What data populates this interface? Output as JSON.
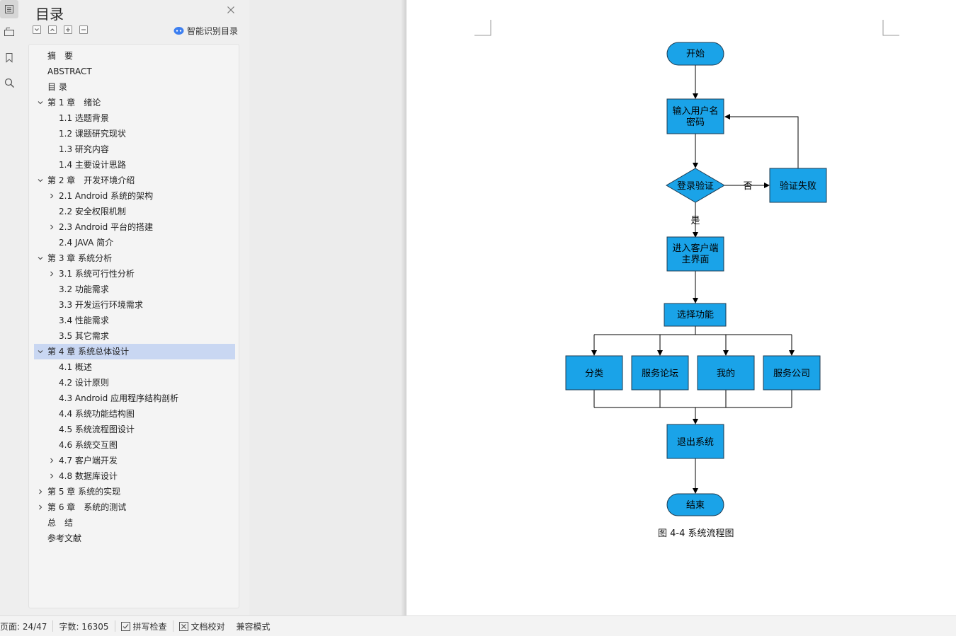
{
  "sidebar_strip": {
    "icons": [
      "toc-icon",
      "outline-icon",
      "bookmark-icon",
      "search-icon"
    ]
  },
  "toc": {
    "title": "目录",
    "smart_toc_label": "智能识别目录",
    "items": [
      {
        "label": "摘　要",
        "level": 1,
        "expand": "none"
      },
      {
        "label": "ABSTRACT",
        "level": 1,
        "expand": "none"
      },
      {
        "label": "目 录",
        "level": 1,
        "expand": "none"
      },
      {
        "label": "第 1 章　绪论",
        "level": 1,
        "expand": "open"
      },
      {
        "label": "1.1  选题背景",
        "level": 2,
        "expand": "none"
      },
      {
        "label": "1.2  课题研究现状",
        "level": 2,
        "expand": "none"
      },
      {
        "label": "1.3  研究内容",
        "level": 2,
        "expand": "none"
      },
      {
        "label": "1.4  主要设计思路",
        "level": 2,
        "expand": "none"
      },
      {
        "label": "第 2 章　开发环境介绍",
        "level": 1,
        "expand": "open"
      },
      {
        "label": "2.1 Android 系统的架构",
        "level": 2,
        "expand": "closed"
      },
      {
        "label": "2.2  安全权限机制",
        "level": 2,
        "expand": "none"
      },
      {
        "label": "2.3 Android 平台的搭建",
        "level": 2,
        "expand": "closed"
      },
      {
        "label": "2.4 JAVA 简介",
        "level": 2,
        "expand": "none"
      },
      {
        "label": "第 3 章  系统分析",
        "level": 1,
        "expand": "open"
      },
      {
        "label": "3.1  系统可行性分析",
        "level": 2,
        "expand": "closed"
      },
      {
        "label": "3.2  功能需求",
        "level": 2,
        "expand": "none"
      },
      {
        "label": "3.3  开发运行环境需求",
        "level": 2,
        "expand": "none"
      },
      {
        "label": "3.4  性能需求",
        "level": 2,
        "expand": "none"
      },
      {
        "label": "3.5  其它需求",
        "level": 2,
        "expand": "none"
      },
      {
        "label": "第 4 章  系统总体设计",
        "level": 1,
        "expand": "open",
        "selected": true
      },
      {
        "label": "4.1  概述",
        "level": 2,
        "expand": "none"
      },
      {
        "label": "4.2  设计原则",
        "level": 2,
        "expand": "none"
      },
      {
        "label": "4.3 Android 应用程序结构剖析",
        "level": 2,
        "expand": "none"
      },
      {
        "label": "4.4  系统功能结构图",
        "level": 2,
        "expand": "none"
      },
      {
        "label": "4.5  系统流程图设计",
        "level": 2,
        "expand": "none"
      },
      {
        "label": "4.6  系统交互图",
        "level": 2,
        "expand": "none"
      },
      {
        "label": "4.7  客户端开发",
        "level": 2,
        "expand": "closed"
      },
      {
        "label": "4.8  数据库设计",
        "level": 2,
        "expand": "closed"
      },
      {
        "label": "第 5 章  系统的实现",
        "level": 1,
        "expand": "closed"
      },
      {
        "label": "第 6 章　系统的测试",
        "level": 1,
        "expand": "closed"
      },
      {
        "label": "总　结",
        "level": 1,
        "expand": "none"
      },
      {
        "label": "参考文献",
        "level": 1,
        "expand": "none"
      }
    ]
  },
  "flowchart": {
    "start": "开始",
    "input_line1": "输入用户名",
    "input_line2": "密码",
    "login_check": "登录验证",
    "no_label": "否",
    "fail": "验证失败",
    "yes_label": "是",
    "enter_line1": "进入客户端",
    "enter_line2": "主界面",
    "select": "选择功能",
    "options": [
      "分类",
      "服务论坛",
      "我的",
      "服务公司"
    ],
    "exit": "退出系统",
    "end": "结束",
    "caption": "图 4-4  系统流程图"
  },
  "colors": {
    "box_fill": "#1aa3e8",
    "selected_row": "#c9d7f2"
  },
  "status": {
    "page": "页面: 24/47",
    "words": "字数: 16305",
    "spell_check": "拼写检查",
    "proofread": "文档校对",
    "compat_mode": "兼容模式"
  }
}
